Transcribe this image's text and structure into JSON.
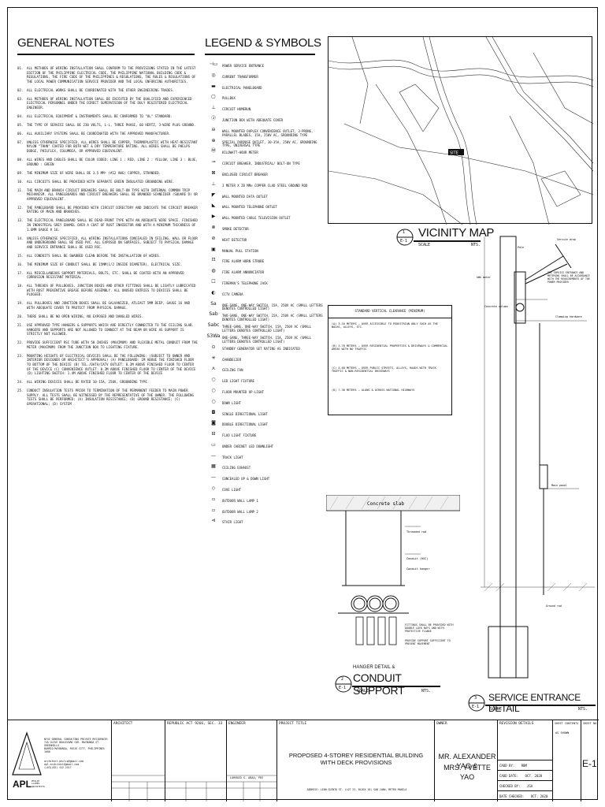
{
  "headings": {
    "general_notes": "GENERAL NOTES",
    "legend": "LEGEND & SYMBOLS",
    "vicinity_map": "VICINITY MAP",
    "hanger_pre": "HANGER DETAIL &",
    "conduit_support": "CONDUIT SUPPORT",
    "service_entrance": "SERVICE ENTRANCE DETAIL"
  },
  "detail_refs": {
    "vicinity": {
      "num": "1",
      "sheet": "E-1",
      "scale_label": "SCALE",
      "scale": "NTS."
    },
    "conduit": {
      "num": "2",
      "sheet": "E-1",
      "scale_label": "SCALE",
      "scale": "NTS."
    },
    "service": {
      "num": "3",
      "sheet": "E-1",
      "scale_label": "SCALE",
      "scale": "NTS."
    }
  },
  "notes": [
    {
      "n": "01.",
      "t": "All methods of wiring installation shall conform to the provisions stated in the latest edition of the Philippine Electrical Code, the Philippine National Building Code & Regulations, the Fire Code of the Philippines & Regulations, the rules & regulations of the local power communication service provider and the local enforcing authorities."
    },
    {
      "n": "02.",
      "t": "All electrical works shall be coordinated with the other engineering trades."
    },
    {
      "n": "03.",
      "t": "All methods of wiring installation shall be executed by the qualified and experienced electrical personnel under the direct supervision of the duly registered electrical engineer."
    },
    {
      "n": "04.",
      "t": "All electrical equipment & instruments shall be conformed to \"UL\" standard."
    },
    {
      "n": "05.",
      "t": "The type of service shall be 230 volts, L-L, three phase, 60 hertz, 3-wire plus ground."
    },
    {
      "n": "06.",
      "t": "All auxiliary systems shall be coordinated with the approved manufacturer."
    },
    {
      "n": "07.",
      "t": "Unless otherwise specified, all wires shall be copper, thermoplastic with heat-resistant nylon \"THHN\" coated for both wet & dry temperature rating. All wires shall be Phelps Dodge, Philflex, Columbia, or approved equivalent."
    },
    {
      "n": "08.",
      "t": "All wires and cables shall be color coded: Line 1 : Red, Line 2 : Yellow, Line 3 : Blue, Ground : Green"
    },
    {
      "n": "09.",
      "t": "The minimum size of wire shall be 3.5 mm² (#12 AWG) copper, stranded."
    },
    {
      "n": "10.",
      "t": "All circuits shall be provided with separate green insulated grounding wire."
    },
    {
      "n": "11.",
      "t": "The main and branch circuit breakers shall be bolt-on type with internal common trip mechanism. All panelboards and circuit breakers shall be branded Schneider (Square D) or approved equivalent."
    },
    {
      "n": "12.",
      "t": "The panelboard shall be provided with circuit directory and indicate the circuit breaker rating of main and branches."
    },
    {
      "n": "13.",
      "t": "The electrical panelboard shall be dead-front type with an adequate wire space. Finished in industrial grey enamel over a coat of rust inhibitor and with a minimum thickness of 1.6mm gauge # 16."
    },
    {
      "n": "14.",
      "t": "Unless otherwise specified, all wiring installations concealed in ceiling, wall or floor and underground shall be used PVC. All exposed on surfaces, subject to physical damage and service entrance shall be used RSC."
    },
    {
      "n": "15.",
      "t": "All conduits shall be swabbed clean before the installation of wires."
    },
    {
      "n": "16.",
      "t": "The minimum size of conduit shall be 15mm(1/2 inside diameter), electrical size."
    },
    {
      "n": "17.",
      "t": "All miscellaneous support materials, bolts, etc. shall be coated with an approved corrosion resistant material."
    },
    {
      "n": "18.",
      "t": "All threads of pullboxes, junction boxes and other fittings shall be lightly lubricated with rust preventive grease before assembly. All unused entries to devices shall be plugged."
    },
    {
      "n": "19.",
      "t": "All pullboxes and junction boxes shall be galvanized, atleast 5mm deep, gauge 16 and with adequate cover to protect from physical damage."
    },
    {
      "n": "20.",
      "t": "There shall be no open wiring, no exposed and dangled wires."
    },
    {
      "n": "21.",
      "t": "Use approved type hangers & supports which are directly connected to the ceiling slab. Hangers and supports are not allowed to connect at the beam or wire as support is strictly not allowed."
    },
    {
      "n": "22.",
      "t": "Provide sufficient RSC tube with 50 inches (maximum) and flexible metal conduit from the meter (maximum) from the junction box to lighting fixture."
    },
    {
      "n": "23.",
      "t": "Mounting heights of electrical devices shall be the following: (subject to owner and interior designer or architect's approval) (a) panelboard: 1m above the finished floor to bottom of the device (b) tel./data/catv outlet: 0.3m above finished floor to center of the device (c) convenience outlet: 0.3m above finished floor to center of the device (d) lighting switch: 1.4m above finished floor to center of the device"
    },
    {
      "n": "24.",
      "t": "All wiring devices shall be rated 10-15A, 250V, grounding type."
    },
    {
      "n": "25.",
      "t": "Conduct insulation tests prior to termination of the permanent feeder to main power supply. All tests shall be witnessed by the representative of the owner. The following tests shall be performed: (a) insulation resistance; (b) ground resistance; (c) operational; (d) system"
    }
  ],
  "legend": [
    {
      "sym": "⊣▭",
      "label": "Power Service Entrance"
    },
    {
      "sym": "◎",
      "label": "Current Transformer"
    },
    {
      "sym": "▬",
      "label": "Electrical Panelboard"
    },
    {
      "sym": "▢",
      "label": "Pullbox"
    },
    {
      "sym": "⊥",
      "label": "Circuit Homerun"
    },
    {
      "sym": "Ⓙ",
      "label": "Junction box with adequate cover"
    },
    {
      "sym": "⊖",
      "label": "Wall mounted duplex convenience outlet, 3-prong, parallel blades, 15A, 250V AC, grounding type"
    },
    {
      "sym": "⊕",
      "label": "Special purpose outlet, 30-35A, 250V AC, grounding type, universal type"
    },
    {
      "sym": "Ⓦ",
      "label": "Kilowatt-hour meter"
    },
    {
      "sym": "⊸",
      "label": "Circuit breaker, industrial/ bolt-on type"
    },
    {
      "sym": "⊠",
      "label": "Enclosed circuit breaker"
    },
    {
      "sym": "⊥",
      "label": "3 meter x 20 mm⌀ copper clad steel ground rod"
    },
    {
      "sym": "◤",
      "label": "Wall mounted data outlet"
    },
    {
      "sym": "◣",
      "label": "Wall mounted telephone outlet"
    },
    {
      "sym": "▶",
      "label": "Wall mounted cable television outlet"
    },
    {
      "sym": "⊗",
      "label": "Smoke detector"
    },
    {
      "sym": "⊘",
      "label": "Heat detector"
    },
    {
      "sym": "▣",
      "label": "Manual pull station"
    },
    {
      "sym": "⊡",
      "label": "Fire alarm horn strobe"
    },
    {
      "sym": "◍",
      "label": "Fire alarm annunciator"
    },
    {
      "sym": "☐",
      "label": "Fireman's telephone jack"
    },
    {
      "sym": "◐",
      "label": "CCTV Camera"
    },
    {
      "sym": "Sa",
      "label": "One-gang, one-way switch, 15A, 250V AC (small letters denotes controlled light)"
    },
    {
      "sym": "Sab",
      "label": "Two-gang, one-way switch, 15A, 250V AC (small letters denotes controlled light)"
    },
    {
      "sym": "Sabc",
      "label": "Three-gang, one-way switch, 15A, 250V AC (small letters denotes controlled light)"
    },
    {
      "sym": "S3Wa",
      "label": "One-gang, three-way switch, 15A, 250V AC (small letters denotes controlled light)"
    },
    {
      "sym": "⊙",
      "label": "Standby generator set rating as indicated"
    },
    {
      "sym": "✳",
      "label": "Chandelier"
    },
    {
      "sym": "⋏",
      "label": "Ceiling fan"
    },
    {
      "sym": "○",
      "label": "LED light fixture"
    },
    {
      "sym": "○",
      "label": "Floor mounted up-light"
    },
    {
      "sym": "○",
      "label": "Down light"
    },
    {
      "sym": "◘",
      "label": "Single directional light"
    },
    {
      "sym": "◙",
      "label": "Double directional light"
    },
    {
      "sym": "⊟",
      "label": "Fluo light fixture"
    },
    {
      "sym": "▭",
      "label": "Under cabinet LED downlight"
    },
    {
      "sym": "—",
      "label": "Track light"
    },
    {
      "sym": "▦",
      "label": "Ceiling exhaust"
    },
    {
      "sym": "—",
      "label": "Concealed up & down light"
    },
    {
      "sym": "◇",
      "label": "Cove light"
    },
    {
      "sym": "▫",
      "label": "Outdoor wall lamp 1"
    },
    {
      "sym": "▫",
      "label": "Outdoor wall lamp 2"
    },
    {
      "sym": "⊲",
      "label": "Stair light"
    }
  ],
  "clearance_table": {
    "title": "Standard vertical clearance (minimum)",
    "rows": [
      "(a) 3.10 meters — over accessible to pedestrian only such as the walks, alleys, etc.",
      "(b) 3.70 meters — over residential properties & driveways & commercial areas with no traffic",
      "(c) 4.60 meters — over public streets, alleys, roads with truck traffic & non-residential driveways",
      "(d) 7.30 meters — along & across national highways"
    ]
  },
  "vicinity": {
    "site_label": "SITE"
  },
  "service_callouts": [
    "Pole",
    "The service entrance and metering shall be accordance with the requirements of the power provider",
    "Concrete column",
    "Clamping hardware",
    "kWh meter",
    "Service drop",
    "Main panel",
    "Ground rod"
  ],
  "conduit_callouts": [
    "Concrete slab",
    "Threaded rod",
    "Conduit (RSC)",
    "Conduit hanger",
    "Fittings shall be provided with double lock nuts and with protective flange",
    "Provide support sufficient to prevent movement"
  ],
  "title_block": {
    "firm_lines": [
      "Nyxi General Consulting Private Residences",
      "745 Olive Boulevard Cor. Maybunga St. Greenhills",
      "Barrio Maybunga, Pasig City, Philippines 1600"
    ],
    "firm_contact": [
      "architect.philip@gmail.com",
      "apl.architect@gmail.com",
      "(+63)(02) 412-2417"
    ],
    "logo_text": "APL",
    "logo_sub": "Philip Llames Architects",
    "architect_label": "ARCHITECT",
    "republic_act": "REPUBLIC ACT 9266, SEC. 33",
    "engineer_label": "ENGINEER",
    "engineer_name": "LORENZO S. ABAO, PEE",
    "project_title_label": "PROJECT TITLE",
    "project_title": "PROPOSED 4-STOREY RESIDENTIAL BUILDING WITH DECK PROVISIONS",
    "address": "ADDRESS: LEON GUINTO ST. (LOT 23, BLOCK 18) SAN JUAN, METRO MANILA",
    "owner_label": "OWNER",
    "owner_name_1": "MR. ALEXANDER YAO &",
    "owner_name_2": "MRS. YVETTE YAO",
    "revision_label": "REVISION DETAILS",
    "sheet_contents_label": "SHEET CONTENTS",
    "sheet_no_label": "SHEET NO.",
    "sheet_contents": "AS SHOWN",
    "rev_rows": [
      {
        "k": "CADD BY:",
        "v": "RBM"
      },
      {
        "k": "CADD DATE:",
        "v": "OCT. 2020"
      },
      {
        "k": "CHECKED BY:",
        "v": "JSA"
      },
      {
        "k": "DATE CHECKED:",
        "v": "OCT. 2020"
      }
    ],
    "sheet_no": "E-1"
  }
}
